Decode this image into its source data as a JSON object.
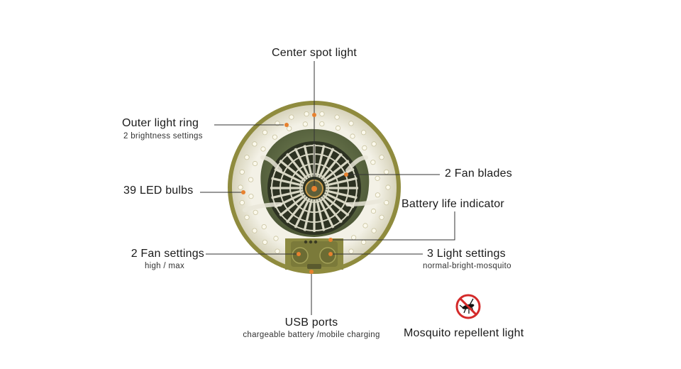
{
  "callouts": {
    "center_spot_light": "Center spot light",
    "outer_light_ring": "Outer light ring",
    "outer_light_ring_sub": "2 brightness settings",
    "led_bulbs": "39 LED bulbs",
    "fan_settings": "2 Fan settings",
    "fan_settings_sub": "high / max",
    "fan_blades": "2 Fan blades",
    "battery_indicator": "Battery life indicator",
    "light_settings": "3 Light settings",
    "light_settings_sub": "normal-bright-mosquito",
    "usb_ports": "USB ports",
    "usb_ports_sub": "chargeable battery /mobile charging",
    "mosquito_light": "Mosquito repellent light"
  },
  "colors": {
    "body_olive": "#8a8a3a",
    "fan_green": "#5f6b45",
    "led_ring": "#e9e6d6",
    "leader_line": "#333333",
    "accent_orange": "#e7812f",
    "no_sign_red": "#d42a2a"
  },
  "icons": [
    "mosquito-no-icon"
  ]
}
